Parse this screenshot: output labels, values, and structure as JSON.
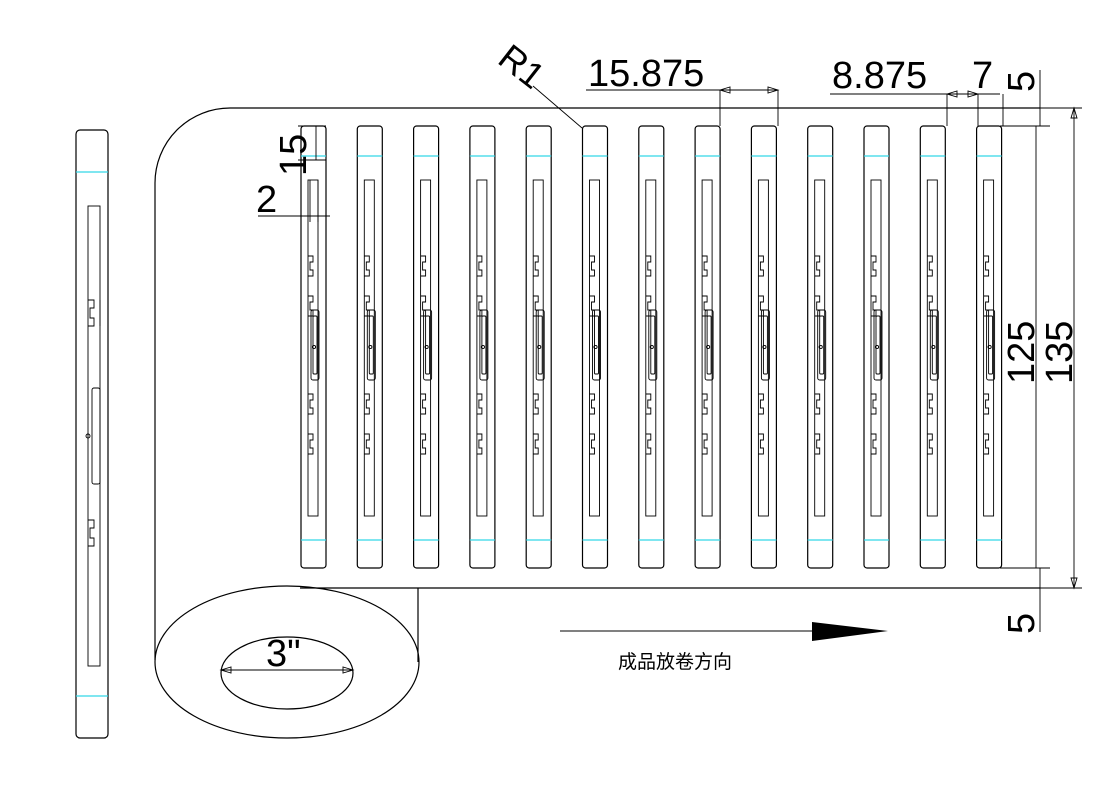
{
  "dimensions": {
    "radius": "R1",
    "pitch": "15.875",
    "gap": "8.875",
    "label_width": "7",
    "top_margin": "5",
    "bottom_margin": "5",
    "label_offset": "15",
    "inlay_offset": "2",
    "label_height": "125",
    "web_width": "135",
    "core_diameter": "3\""
  },
  "direction_text": "成品放卷方向",
  "label_count": 13,
  "colors": {
    "line": "#000000",
    "cut_marker": "#33d6e6",
    "background": "#ffffff"
  }
}
